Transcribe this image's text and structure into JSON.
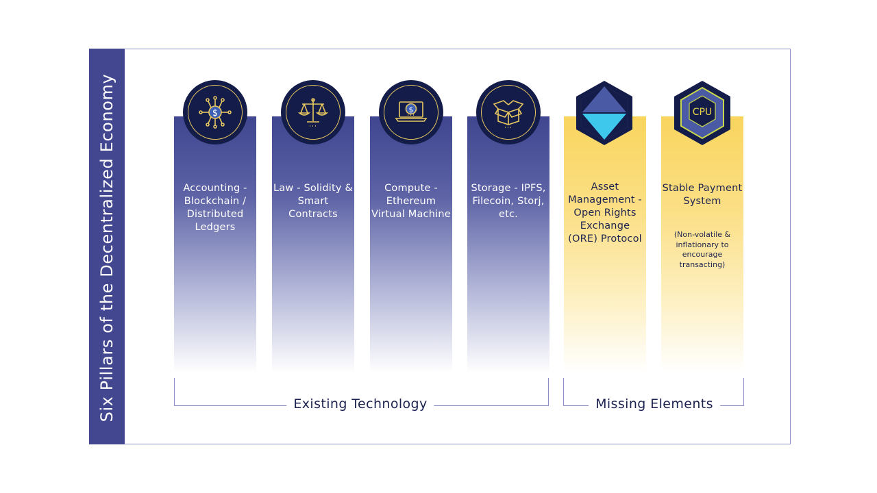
{
  "title": "Six Pillars of the Decentralized Economy",
  "pillars": [
    {
      "label": "Accounting - Blockchain / Distributed Ledgers",
      "icon": "circuit-dollar-icon",
      "group": "existing"
    },
    {
      "label": "Law - Solidity & Smart Contracts",
      "icon": "scales-icon",
      "group": "existing"
    },
    {
      "label": "Compute - Ethereum Virtual Machine",
      "icon": "laptop-dollar-icon",
      "group": "existing"
    },
    {
      "label": "Storage - IPFS, Filecoin, Storj, etc.",
      "icon": "open-box-icon",
      "group": "existing"
    },
    {
      "label": "Asset Management - Open Rights Exchange (ORE) Protocol",
      "icon": "ore-hexagon-icon",
      "group": "missing"
    },
    {
      "label": "Stable Payment System",
      "note": "(Non-volatile & inflationary to encourage transacting)",
      "icon": "cpu-hexagon-icon",
      "cpu_text": "CPU",
      "group": "missing"
    }
  ],
  "groups": {
    "existing": "Existing Technology",
    "missing": "Missing Elements"
  },
  "colors": {
    "band": "#43478f",
    "pillar_blue": "#40468f",
    "pillar_yellow": "#f9d55e",
    "icon_bg": "#141c49",
    "icon_gold": "#e8c860",
    "cyan": "#3ec8ec",
    "text_dark": "#1d2350"
  }
}
